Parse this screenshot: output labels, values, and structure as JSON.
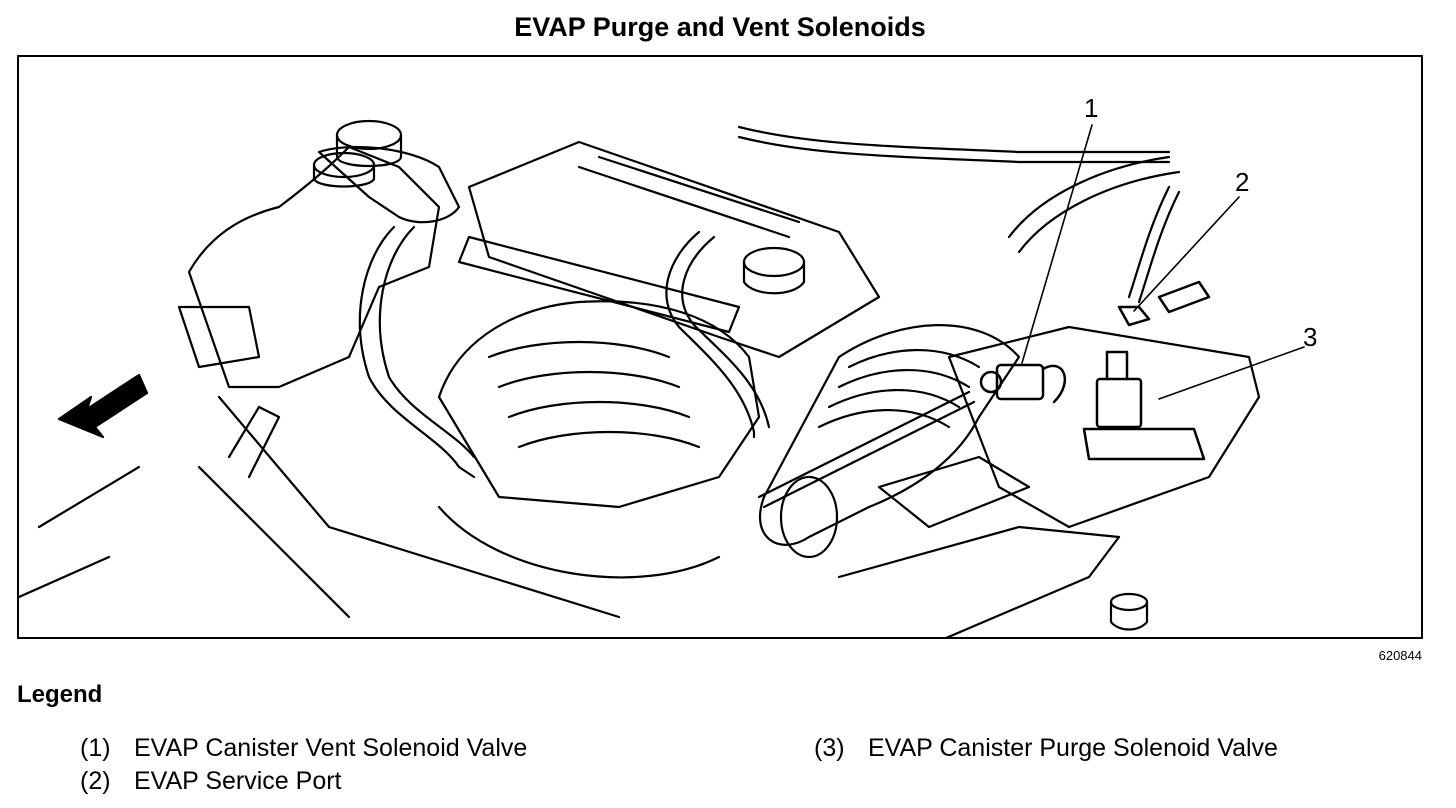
{
  "title": "EVAP Purge and Vent Solenoids",
  "figure_number": "620844",
  "callouts": [
    "1",
    "2",
    "3"
  ],
  "legend": {
    "heading": "Legend",
    "items": [
      {
        "num": "(1)",
        "text": "EVAP Canister Vent Solenoid Valve"
      },
      {
        "num": "(2)",
        "text": "EVAP Service Port"
      },
      {
        "num": "(3)",
        "text": "EVAP Canister Purge Solenoid Valve"
      }
    ]
  },
  "colors": {
    "ink": "#000000",
    "paper": "#ffffff"
  },
  "icons": [
    "direction-arrow-icon"
  ]
}
